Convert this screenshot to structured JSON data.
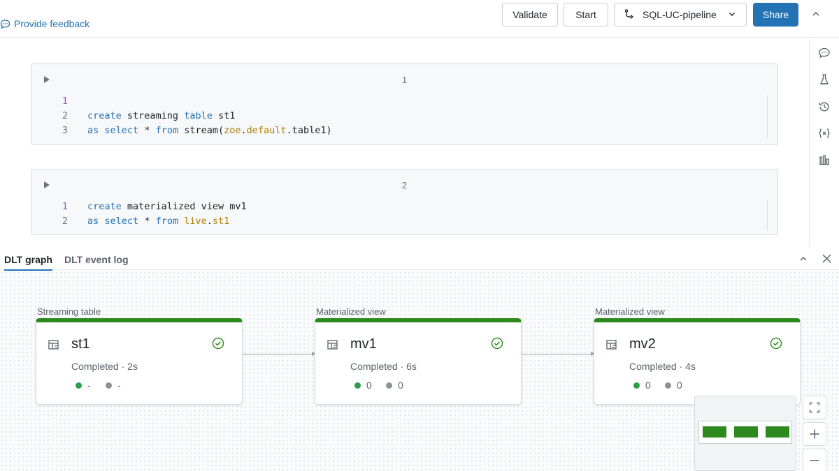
{
  "header": {
    "feedback_label": "Provide feedback",
    "validate_label": "Validate",
    "start_label": "Start",
    "pipeline_name": "SQL-UC-pipeline",
    "share_label": "Share"
  },
  "cells": [
    {
      "number": "1",
      "lines": [
        {
          "n": "1",
          "tokens": []
        },
        {
          "n": "2",
          "tokens": [
            {
              "t": "create",
              "c": "kw"
            },
            {
              "t": " streaming ",
              "c": "plain"
            },
            {
              "t": "table",
              "c": "kw"
            },
            {
              "t": " st1",
              "c": "plain"
            }
          ]
        },
        {
          "n": "3",
          "tokens": [
            {
              "t": "as",
              "c": "kw"
            },
            {
              "t": " ",
              "c": "plain"
            },
            {
              "t": "select",
              "c": "kw"
            },
            {
              "t": " * ",
              "c": "plain"
            },
            {
              "t": "from",
              "c": "kw"
            },
            {
              "t": " stream(",
              "c": "plain"
            },
            {
              "t": "zoe",
              "c": "ns"
            },
            {
              "t": ".",
              "c": "plain"
            },
            {
              "t": "default",
              "c": "ns"
            },
            {
              "t": ".table1)",
              "c": "plain"
            }
          ]
        }
      ]
    },
    {
      "number": "2",
      "lines": [
        {
          "n": "1",
          "tokens": [
            {
              "t": "create",
              "c": "kw"
            },
            {
              "t": " materialized view mv1",
              "c": "plain"
            }
          ]
        },
        {
          "n": "2",
          "tokens": [
            {
              "t": "as",
              "c": "kw"
            },
            {
              "t": " ",
              "c": "plain"
            },
            {
              "t": "select",
              "c": "kw"
            },
            {
              "t": " * ",
              "c": "plain"
            },
            {
              "t": "from",
              "c": "kw"
            },
            {
              "t": " ",
              "c": "plain"
            },
            {
              "t": "live",
              "c": "ns"
            },
            {
              "t": ".",
              "c": "plain"
            },
            {
              "t": "st1",
              "c": "ns"
            }
          ]
        }
      ]
    }
  ],
  "panel": {
    "tab_graph": "DLT graph",
    "tab_log": "DLT event log"
  },
  "graph": {
    "nodes": [
      {
        "type": "Streaming table",
        "name": "st1",
        "status": "Completed · 2s",
        "metric_green": "-",
        "metric_gray": "-"
      },
      {
        "type": "Materialized view",
        "name": "mv1",
        "status": "Completed · 6s",
        "metric_green": "0",
        "metric_gray": "0"
      },
      {
        "type": "Materialized view",
        "name": "mv2",
        "status": "Completed · 4s",
        "metric_green": "0",
        "metric_gray": "0"
      }
    ]
  },
  "colors": {
    "accent": "#2272b4",
    "success": "#2e8a1e",
    "keyword": "#2272b4",
    "namespace": "#b07d00"
  }
}
